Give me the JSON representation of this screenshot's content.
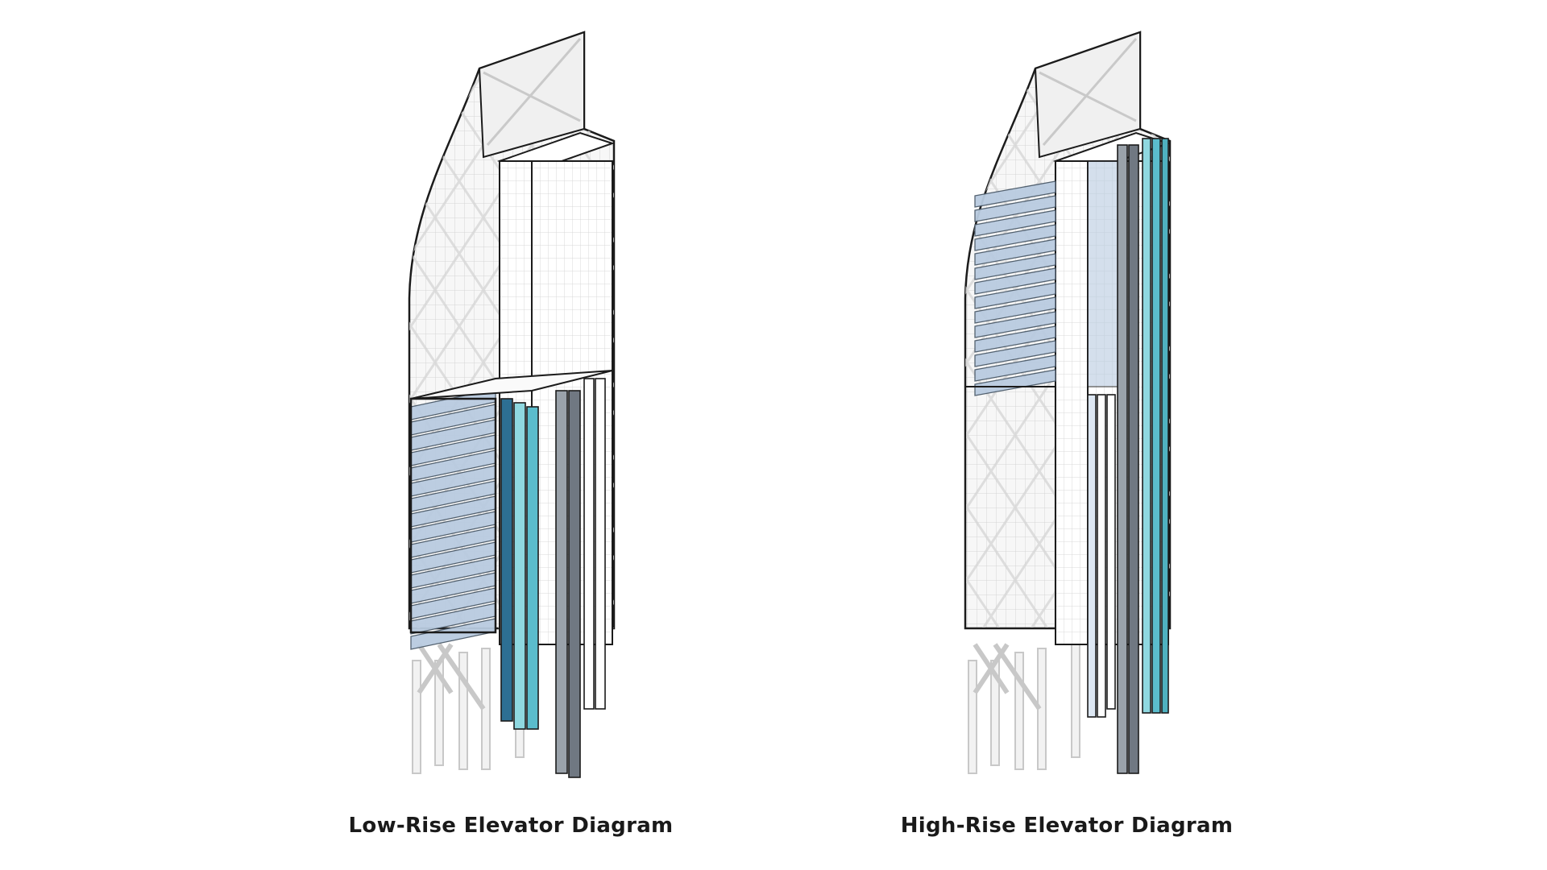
{
  "diagrams": [
    {
      "id": "low-rise",
      "caption": "Low-Rise Elevator Diagram"
    },
    {
      "id": "high-rise",
      "caption": "High-Rise Elevator Diagram"
    }
  ],
  "colors": {
    "background": "#ffffff",
    "outline": "#1b1b1b",
    "ghost_structure": "#c8c8c8",
    "floor_plate": "#b9cbe0",
    "floor_plate_dark": "#8ea6c2",
    "elevator_teal_light": "#8fd8e0",
    "elevator_teal": "#5bbccc",
    "elevator_blue_dark": "#2d6f93",
    "elevator_grey": "#707882",
    "caption_text": "#1a1a1a"
  },
  "icons": [
    "low-rise-tower-illustration",
    "high-rise-tower-illustration"
  ]
}
